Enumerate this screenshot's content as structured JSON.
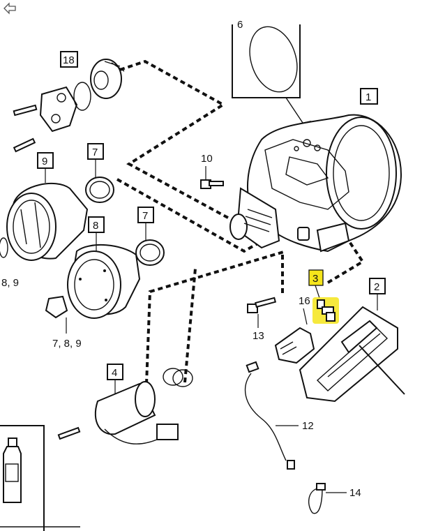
{
  "toolbar": {
    "back_icon": "back-arrow-icon"
  },
  "callouts": {
    "c1": "1",
    "c2": "2",
    "c3": "3",
    "c4": "4",
    "c6": "6",
    "c7a": "7",
    "c7b": "7",
    "c8": "8",
    "c9": "9",
    "c18": "18"
  },
  "labels": {
    "l10": "10",
    "l12": "12",
    "l13": "13",
    "l14": "14",
    "l16": "16",
    "l89": "8, 9",
    "l789": "7, 8, 9"
  },
  "colors": {
    "highlight": "#f5e51b",
    "line": "#111111",
    "background": "#ffffff"
  }
}
